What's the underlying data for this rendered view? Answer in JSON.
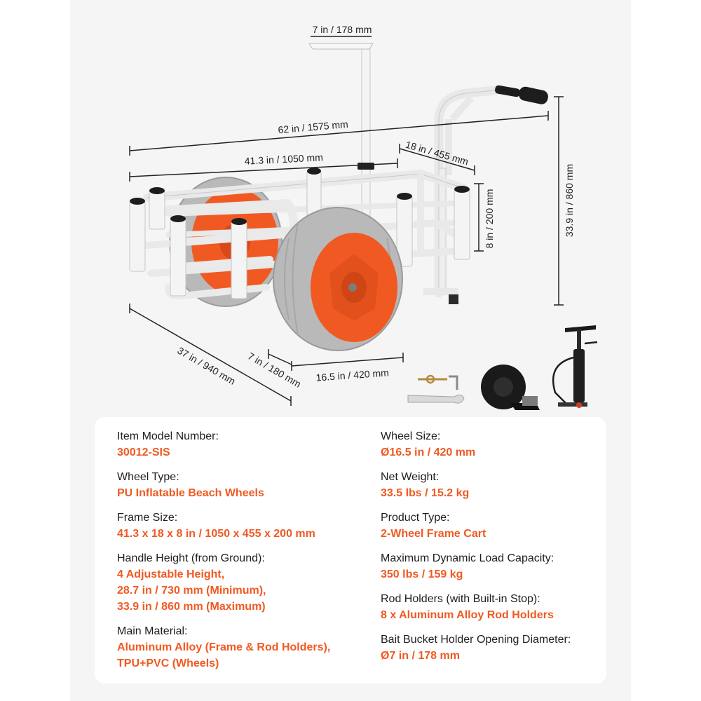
{
  "colors": {
    "accent": "#f05a22",
    "frame": "#ffffff",
    "tire": "#b9b9b9",
    "label": "#1e1e1e"
  },
  "dimensions": {
    "bucket_width": "7 in / 178 mm",
    "overall_length": "62 in / 1575 mm",
    "frame_length": "41.3 in / 1050 mm",
    "frame_width": "18 in / 455 mm",
    "frame_height": "8 in / 200 mm",
    "handle_height": "33.9 in / 860 mm",
    "overall_width": "37 in / 940 mm",
    "wheel_width": "7 in / 180 mm",
    "wheel_diameter": "16.5 in / 420 mm"
  },
  "accessories": [
    "wrench-icon",
    "strap-icon",
    "pump-icon"
  ],
  "specs": {
    "left": [
      {
        "label": "Item Model Number:",
        "value": [
          "30012-SIS"
        ]
      },
      {
        "label": "Wheel Type:",
        "value": [
          "PU Inflatable Beach Wheels"
        ]
      },
      {
        "label": "Frame Size:",
        "value": [
          "41.3 x 18 x 8 in / 1050 x 455 x 200 mm"
        ]
      },
      {
        "label": "Handle Height (from Ground):",
        "value": [
          "4 Adjustable Height,",
          "28.7 in / 730 mm (Minimum),",
          "33.9 in / 860 mm (Maximum)"
        ]
      },
      {
        "label": "Main Material:",
        "value": [
          "Aluminum Alloy (Frame & Rod Holders),",
          "TPU+PVC (Wheels)"
        ]
      }
    ],
    "right": [
      {
        "label": "Wheel Size:",
        "value": [
          "Ø16.5 in / 420 mm"
        ]
      },
      {
        "label": "Net Weight:",
        "value": [
          "33.5 lbs / 15.2 kg"
        ]
      },
      {
        "label": "Product Type:",
        "value": [
          "2-Wheel Frame Cart"
        ]
      },
      {
        "label": "Maximum Dynamic Load Capacity:",
        "value": [
          "350 lbs / 159 kg"
        ]
      },
      {
        "label": "Rod Holders  (with Built-in Stop):",
        "value": [
          "8 x Aluminum Alloy Rod Holders"
        ]
      },
      {
        "label": "Bait Bucket Holder Opening Diameter:",
        "value": [
          "Ø7 in / 178 mm"
        ]
      }
    ]
  }
}
